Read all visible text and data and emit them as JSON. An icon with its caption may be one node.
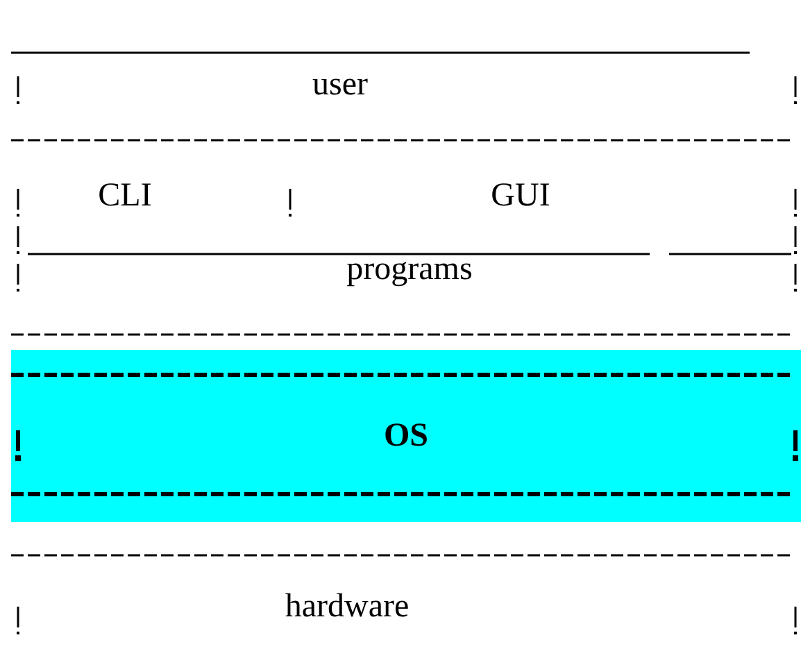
{
  "diagram": {
    "nodes": [
      {
        "text": [
          "user"
        ]
      },
      {
        "text": [
          "CLI"
        ]
      },
      {
        "text": [
          "GUI"
        ]
      },
      {
        "text": [
          "programs"
        ]
      },
      {
        "text": [
          "OS"
        ]
      },
      {
        "text": [
          "hardware"
        ]
      }
    ]
  }
}
